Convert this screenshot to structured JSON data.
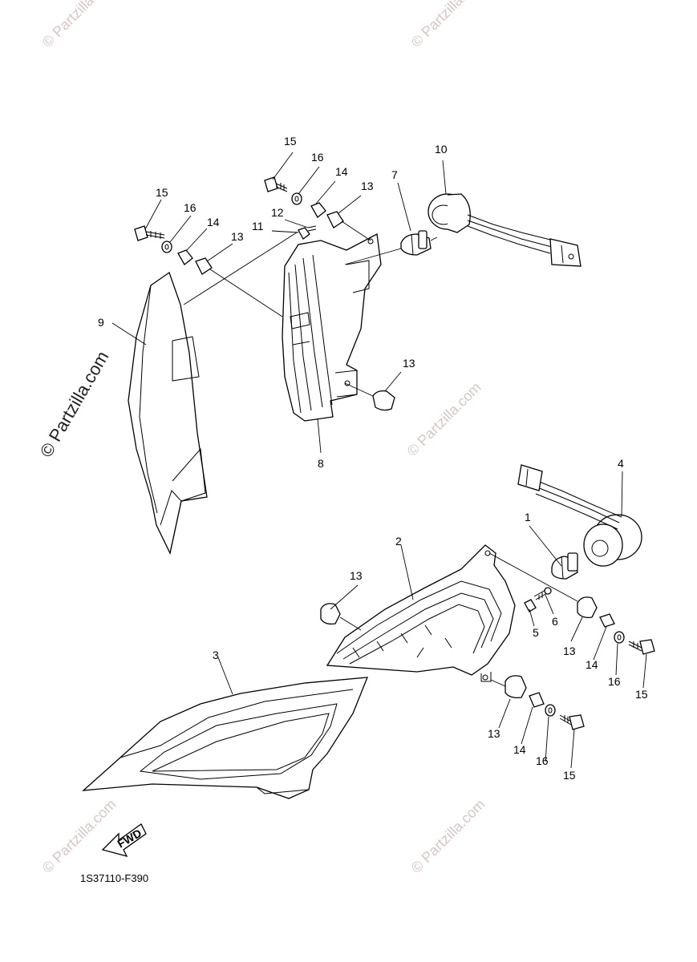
{
  "watermarks": {
    "small": "© Partzilla.com",
    "main": "© Partzilla.com"
  },
  "callouts": {
    "c1": "1",
    "c2": "2",
    "c3": "3",
    "c4": "4",
    "c5": "5",
    "c6": "6",
    "c7": "7",
    "c8": "8",
    "c9": "9",
    "c10": "10",
    "c11": "11",
    "c12": "12",
    "c13a": "13",
    "c13b": "13",
    "c13c": "13",
    "c13d": "13",
    "c13e": "13",
    "c13f": "13",
    "c14a": "14",
    "c14b": "14",
    "c14c": "14",
    "c14d": "14",
    "c15a": "15",
    "c15b": "15",
    "c15c": "15",
    "c15d": "15",
    "c16a": "16",
    "c16b": "16",
    "c16c": "16",
    "c16d": "16"
  },
  "fwd_label": "FWD",
  "diagram_code": "1S37110-F390",
  "colors": {
    "line": "#000000",
    "watermark": "#d8c6c6",
    "background": "#ffffff"
  }
}
